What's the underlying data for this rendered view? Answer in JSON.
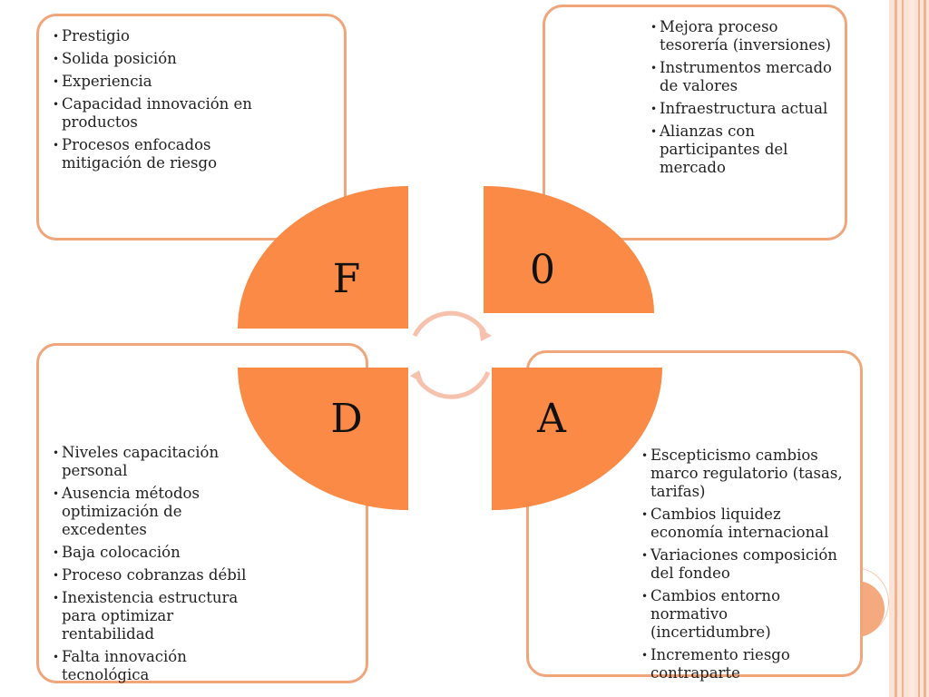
{
  "diagram": {
    "accent_color": "#fa8a46",
    "border_color": "#f0a57a",
    "cycle_arrow_color": "#f7c2ad",
    "quadrants": {
      "fortalezas": {
        "letter": "F",
        "items": [
          "Prestigio",
          "Solida posición",
          "Experiencia",
          "Capacidad innovación en productos",
          "Procesos enfocados mitigación de riesgo"
        ]
      },
      "oportunidades": {
        "letter": "0",
        "items": [
          "Mejora proceso tesorería (inversiones)",
          "Instrumentos mercado de valores",
          "Infraestructura actual",
          "Alianzas con participantes del mercado"
        ]
      },
      "debilidades": {
        "letter": "D",
        "items": [
          "Niveles capacitación personal",
          "Ausencia métodos optimización de excedentes",
          "Baja colocación",
          "Proceso cobranzas débil",
          "Inexistencia estructura para optimizar rentabilidad",
          "Falta innovación tecnológica"
        ]
      },
      "amenazas": {
        "letter": "A",
        "items": [
          "Escepticismo cambios marco regulatorio (tasas, tarifas)",
          "Cambios liquidez economía internacional",
          "Variaciones composición del fondeo",
          "Cambios entorno normativo (incertidumbre)",
          "Incremento riesgo contraparte"
        ]
      }
    }
  }
}
